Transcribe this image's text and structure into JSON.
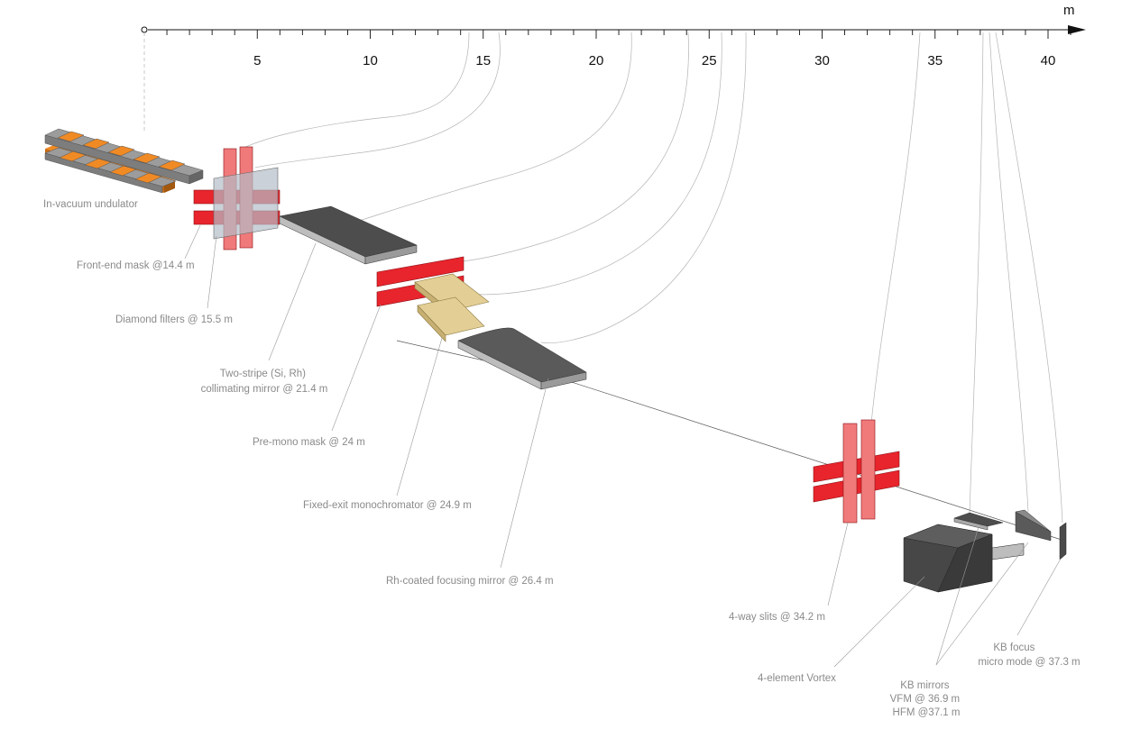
{
  "axis": {
    "unit": "m",
    "min": 0,
    "max": 41,
    "major_ticks": [
      5,
      10,
      15,
      20,
      25,
      30,
      35,
      40
    ],
    "tick_labels": [
      "5",
      "10",
      "15",
      "20",
      "25",
      "30",
      "35",
      "40"
    ]
  },
  "components": [
    {
      "id": "undulator",
      "label": "In-vacuum undulator"
    },
    {
      "id": "front-end-mask",
      "label": "Front-end mask @14.4 m",
      "position_m": 14.4
    },
    {
      "id": "diamond-filters",
      "label": "Diamond filters @ 15.5 m",
      "position_m": 15.5
    },
    {
      "id": "collimating-mirror",
      "label": [
        "Two-stripe (Si, Rh)",
        "collimating mirror @ 21.4 m"
      ],
      "position_m": 21.4
    },
    {
      "id": "pre-mono-mask",
      "label": "Pre-mono mask @ 24 m",
      "position_m": 24
    },
    {
      "id": "monochromator",
      "label": "Fixed-exit monochromator @ 24.9 m",
      "position_m": 24.9
    },
    {
      "id": "focusing-mirror",
      "label": "Rh-coated focusing mirror @ 26.4 m",
      "position_m": 26.4
    },
    {
      "id": "slits",
      "label": "4-way slits @ 34.2 m",
      "position_m": 34.2
    },
    {
      "id": "vortex",
      "label": "4-element Vortex"
    },
    {
      "id": "kb-mirrors",
      "label": [
        "KB mirrors",
        "VFM @ 36.9 m",
        "HFM @37.1 m"
      ],
      "positions_m": [
        36.9,
        37.1
      ]
    },
    {
      "id": "kb-focus",
      "label": [
        "KB focus",
        "micro mode @ 37.3 m"
      ],
      "position_m": 37.3
    }
  ],
  "colors": {
    "mask_red": "#e8242c",
    "filter_pink": "#f07a7a",
    "undulator_orange": "#f08a24",
    "undulator_grey": "#9c9c9c",
    "mirror_dark": "#4d4d4d",
    "mirror_light": "#bdbdbd",
    "mono_tan": "#e3cf95",
    "vortex_dark": "#474747",
    "leader_grey": "#9a9a9a",
    "axis_black": "#111111"
  }
}
